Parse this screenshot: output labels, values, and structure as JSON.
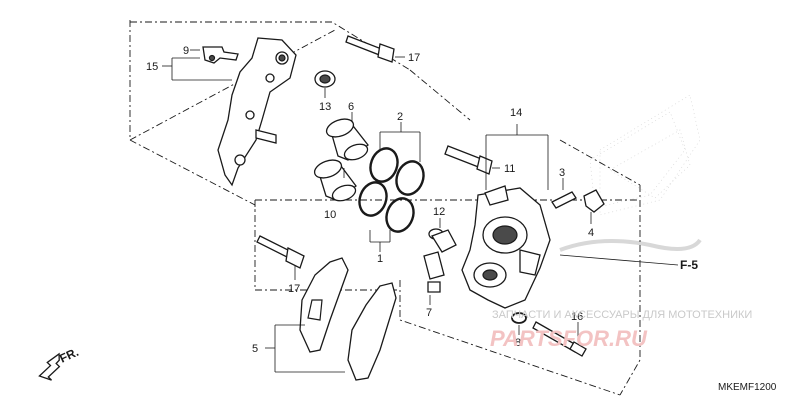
{
  "callouts": {
    "c2": "2",
    "c3": "3",
    "c4": "4",
    "c6": "6",
    "c7": "7",
    "c8": "8",
    "c9": "9",
    "c10": "10",
    "c11": "11",
    "c12": "12",
    "c13": "13",
    "c14": "14",
    "c15": "15",
    "c16": "16",
    "c17a": "17",
    "c17b": "17",
    "c1": "1",
    "c5": "5"
  },
  "section_ref": "F-5",
  "direction_label": "FR.",
  "diagram_code": "MKEMF1200",
  "watermark": {
    "caption": "ЗАПЧАСТИ И АКСЕССУАРЫ ДЛЯ МОТОТЕХНИКИ",
    "brand": "PARTSFOR.RU"
  }
}
